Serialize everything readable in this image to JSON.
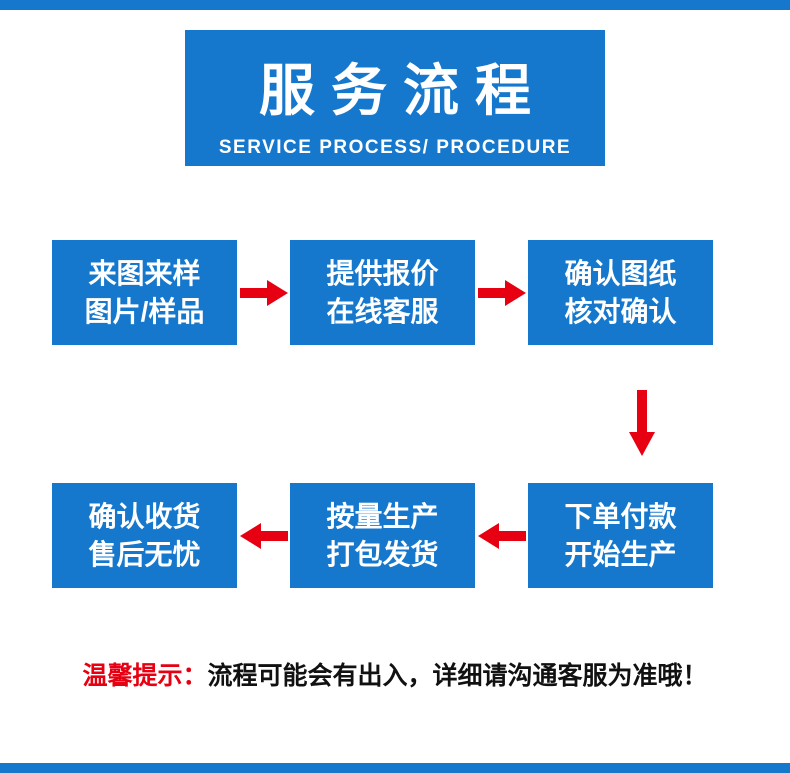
{
  "header": {
    "title": "服务流程",
    "subtitle": "SERVICE PROCESS/ PROCEDURE"
  },
  "flow": {
    "row1": [
      {
        "line1": "来图来样",
        "line2": "图片/样品"
      },
      {
        "line1": "提供报价",
        "line2": "在线客服"
      },
      {
        "line1": "确认图纸",
        "line2": "核对确认"
      }
    ],
    "row2": [
      {
        "line1": "确认收货",
        "line2": "售后无忧"
      },
      {
        "line1": "按量生产",
        "line2": "打包发货"
      },
      {
        "line1": "下单付款",
        "line2": "开始生产"
      }
    ],
    "arrow_directions": [
      "right",
      "right",
      "down",
      "left",
      "left"
    ]
  },
  "notice": {
    "label": "温馨提示：",
    "text": "流程可能会有出入，详细请沟通客服为准哦！"
  },
  "colors": {
    "blue": "#1678cd",
    "red": "#e60012"
  }
}
